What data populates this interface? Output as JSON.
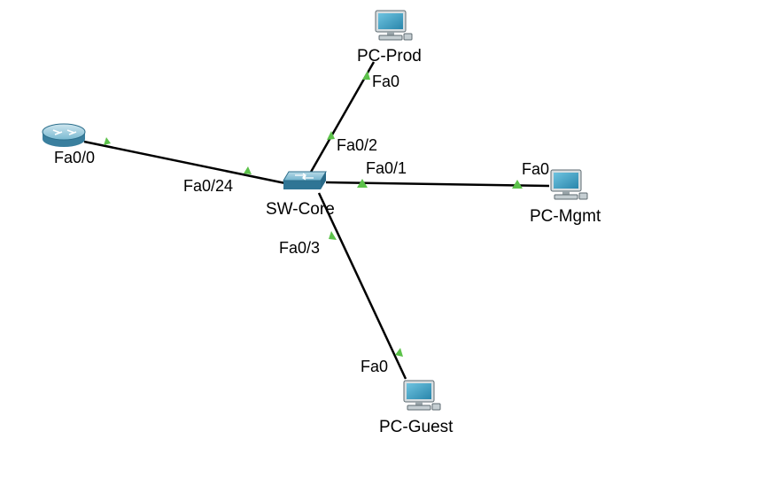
{
  "devices": {
    "router": {
      "label": ""
    },
    "switch": {
      "label": "SW-Core"
    },
    "pc_prod": {
      "label": "PC-Prod"
    },
    "pc_mgmt": {
      "label": "PC-Mgmt"
    },
    "pc_guest": {
      "label": "PC-Guest"
    }
  },
  "links": {
    "router_switch": {
      "a_port": "Fa0/0",
      "b_port": "Fa0/24"
    },
    "switch_prod": {
      "a_port": "Fa0/2",
      "b_port": "Fa0"
    },
    "switch_mgmt": {
      "a_port": "Fa0/1",
      "b_port": "Fa0"
    },
    "switch_guest": {
      "a_port": "Fa0/3",
      "b_port": "Fa0"
    }
  },
  "colors": {
    "link_up": "#5cc24a",
    "cable": "#000000",
    "device_blue": "#3a8fb0"
  },
  "icons": {
    "router": "router-icon",
    "switch": "switch-icon",
    "pc": "pc-icon"
  }
}
